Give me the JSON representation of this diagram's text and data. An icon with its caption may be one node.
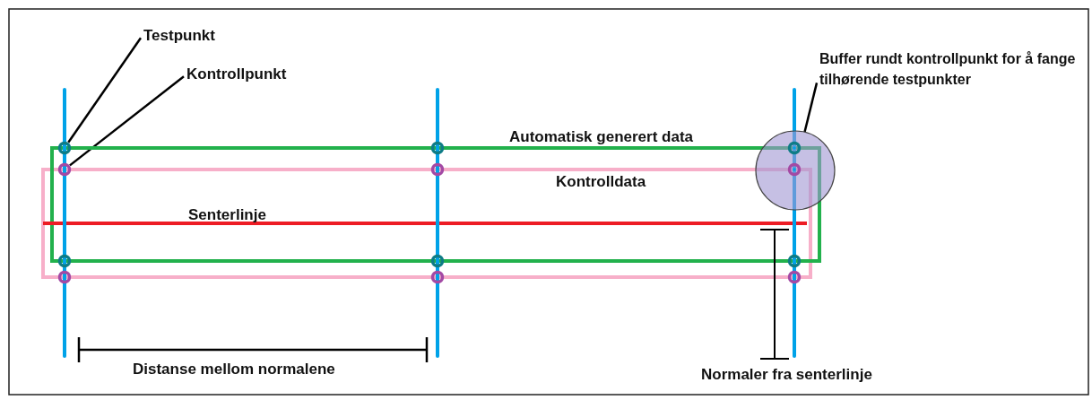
{
  "diagram": {
    "nodes": [
      {
        "text": [
          "Testpunkt"
        ]
      },
      {
        "text": [
          "Kontrollpunkt"
        ]
      },
      {
        "text": [
          "Buffer rundt kontrollpunkt for å fange tilhørende testpunkter"
        ]
      },
      {
        "text": [],
        "shape": "circle"
      },
      {
        "text": [],
        "shape": "circle"
      },
      {
        "text": [],
        "shape": "circle"
      }
    ],
    "edges": [
      {
        "from": 0,
        "to": 3,
        "arrow": "none"
      },
      {
        "from": 1,
        "to": 4,
        "arrow": "none"
      },
      {
        "from": 2,
        "to": 5,
        "arrow": "none"
      }
    ],
    "labels": [
      "Automatisk generert data",
      "Kontrolldata",
      "Senterlinje",
      "Distanse mellom normalene",
      "Normaler fra senterlinje"
    ]
  }
}
